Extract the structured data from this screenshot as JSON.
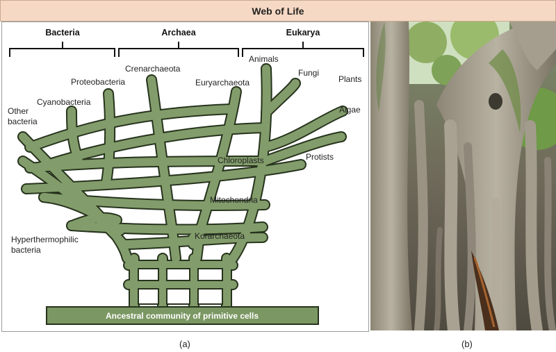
{
  "header": {
    "title": "Web of Life"
  },
  "diagram": {
    "domains": {
      "bacteria": "Bacteria",
      "archaea": "Archaea",
      "eukarya": "Eukarya"
    },
    "labels": {
      "other_bacteria_1": "Other",
      "other_bacteria_2": "bacteria",
      "cyanobacteria": "Cyanobacteria",
      "proteobacteria": "Proteobacteria",
      "crenarchaeota": "Crenarchaeota",
      "euryarchaeota": "Euryarchaeota",
      "animals": "Animals",
      "fungi": "Fungi",
      "plants": "Plants",
      "algae": "Algae",
      "protists": "Protists",
      "chloroplasts": "Chloroplasts",
      "mitochondria": "Mitochondria",
      "korarchaeota": "Korarchaeota",
      "hyperthermophilic_1": "Hyperthermophilic",
      "hyperthermophilic_2": "bacteria",
      "base": "Ancestral community of primitive cells"
    },
    "colors": {
      "branch": "#7f9a69",
      "branch_outline": "#27331d",
      "base": "#7b9763"
    }
  },
  "captions": {
    "a": "(a)",
    "b": "(b)"
  },
  "photo": {
    "subject": "banyan-tree-roots"
  }
}
